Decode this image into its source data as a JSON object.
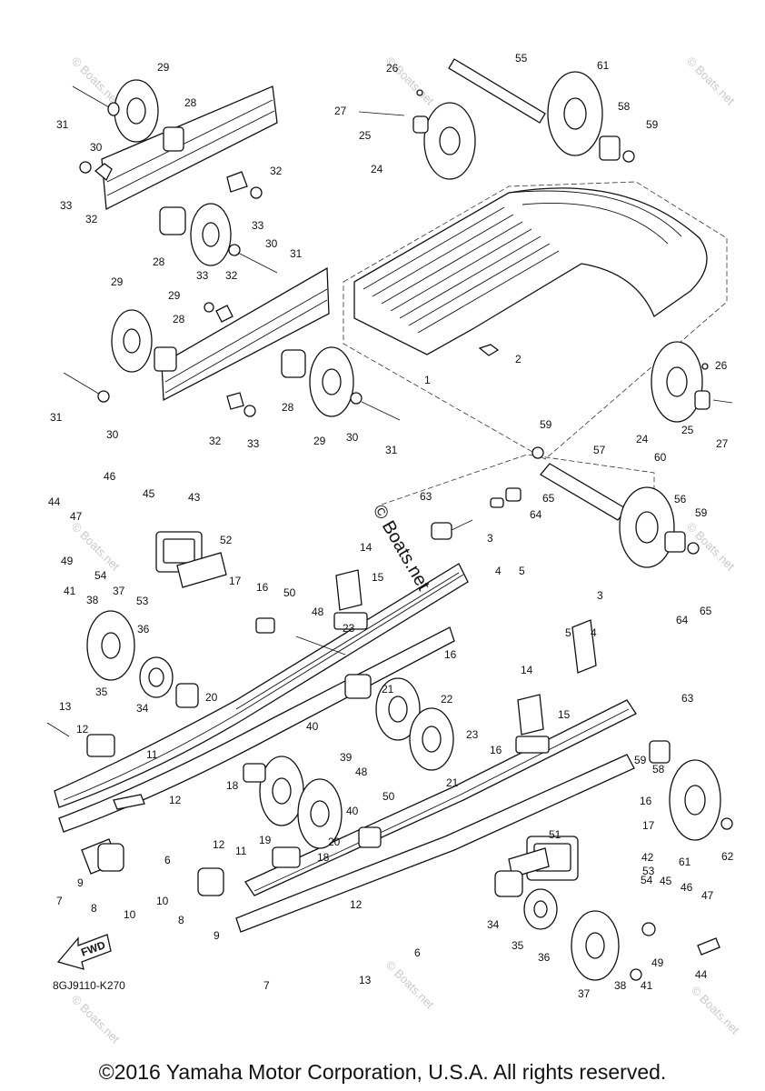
{
  "diagram": {
    "code": "8GJ9110-K270",
    "fwd_label": "FWD",
    "center_watermark": "© Boats.net",
    "corner_watermark": "© Boats.net"
  },
  "footer": {
    "copyright": "©2016 Yamaha Motor Corporation, U.S.A. All rights reserved."
  },
  "part_labels": [
    {
      "id": "l29a",
      "text": "29"
    },
    {
      "id": "l28a",
      "text": "28"
    },
    {
      "id": "l31a",
      "text": "31"
    },
    {
      "id": "l30a",
      "text": "30"
    },
    {
      "id": "l33a",
      "text": "33"
    },
    {
      "id": "l32a",
      "text": "32"
    },
    {
      "id": "l32b",
      "text": "32"
    },
    {
      "id": "l33b",
      "text": "33"
    },
    {
      "id": "l28b",
      "text": "28"
    },
    {
      "id": "l29b",
      "text": "29"
    },
    {
      "id": "l30b",
      "text": "30"
    },
    {
      "id": "l31b",
      "text": "31"
    },
    {
      "id": "l29c",
      "text": "29"
    },
    {
      "id": "l33c",
      "text": "33"
    },
    {
      "id": "l32c",
      "text": "32"
    },
    {
      "id": "l28c",
      "text": "28"
    },
    {
      "id": "l31c",
      "text": "31"
    },
    {
      "id": "l30c",
      "text": "30"
    },
    {
      "id": "l28d",
      "text": "28"
    },
    {
      "id": "l32d",
      "text": "32"
    },
    {
      "id": "l33d",
      "text": "33"
    },
    {
      "id": "l29d",
      "text": "29"
    },
    {
      "id": "l30d",
      "text": "30"
    },
    {
      "id": "l31d",
      "text": "31"
    },
    {
      "id": "l26a",
      "text": "26"
    },
    {
      "id": "l27a",
      "text": "27"
    },
    {
      "id": "l25a",
      "text": "25"
    },
    {
      "id": "l24a",
      "text": "24"
    },
    {
      "id": "l55",
      "text": "55"
    },
    {
      "id": "l61a",
      "text": "61"
    },
    {
      "id": "l58a",
      "text": "58"
    },
    {
      "id": "l59a",
      "text": "59"
    },
    {
      "id": "l2",
      "text": "2"
    },
    {
      "id": "l1",
      "text": "1"
    },
    {
      "id": "l26b",
      "text": "26"
    },
    {
      "id": "l24b",
      "text": "24"
    },
    {
      "id": "l25b",
      "text": "25"
    },
    {
      "id": "l27b",
      "text": "27"
    },
    {
      "id": "l59b",
      "text": "59"
    },
    {
      "id": "l57",
      "text": "57"
    },
    {
      "id": "l60",
      "text": "60"
    },
    {
      "id": "l63a",
      "text": "63"
    },
    {
      "id": "l65a",
      "text": "65"
    },
    {
      "id": "l64a",
      "text": "64"
    },
    {
      "id": "l56",
      "text": "56"
    },
    {
      "id": "l59c",
      "text": "59"
    },
    {
      "id": "l46a",
      "text": "46"
    },
    {
      "id": "l45a",
      "text": "45"
    },
    {
      "id": "l44a",
      "text": "44"
    },
    {
      "id": "l47a",
      "text": "47"
    },
    {
      "id": "l43",
      "text": "43"
    },
    {
      "id": "l49a",
      "text": "49"
    },
    {
      "id": "l52",
      "text": "52"
    },
    {
      "id": "l54a",
      "text": "54"
    },
    {
      "id": "l53a",
      "text": "53"
    },
    {
      "id": "l3a",
      "text": "3"
    },
    {
      "id": "l4a",
      "text": "4"
    },
    {
      "id": "l5a",
      "text": "5"
    },
    {
      "id": "l14a",
      "text": "14"
    },
    {
      "id": "l15a",
      "text": "15"
    },
    {
      "id": "l41a",
      "text": "41"
    },
    {
      "id": "l38a",
      "text": "38"
    },
    {
      "id": "l37a",
      "text": "37"
    },
    {
      "id": "l17a",
      "text": "17"
    },
    {
      "id": "l16a",
      "text": "16"
    },
    {
      "id": "l50a",
      "text": "50"
    },
    {
      "id": "l48a",
      "text": "48"
    },
    {
      "id": "l36a",
      "text": "36"
    },
    {
      "id": "l23a",
      "text": "23"
    },
    {
      "id": "l3b",
      "text": "3"
    },
    {
      "id": "l65b",
      "text": "65"
    },
    {
      "id": "l5b",
      "text": "5"
    },
    {
      "id": "l4b",
      "text": "4"
    },
    {
      "id": "l64b",
      "text": "64"
    },
    {
      "id": "l16b",
      "text": "16"
    },
    {
      "id": "l35a",
      "text": "35"
    },
    {
      "id": "l34a",
      "text": "34"
    },
    {
      "id": "l21a",
      "text": "21"
    },
    {
      "id": "l63b",
      "text": "63"
    },
    {
      "id": "l20a",
      "text": "20"
    },
    {
      "id": "l22",
      "text": "22"
    },
    {
      "id": "l14b",
      "text": "14"
    },
    {
      "id": "l13a",
      "text": "13"
    },
    {
      "id": "l40a",
      "text": "40"
    },
    {
      "id": "l23b",
      "text": "23"
    },
    {
      "id": "l15b",
      "text": "15"
    },
    {
      "id": "l12a",
      "text": "12"
    },
    {
      "id": "l11a",
      "text": "11"
    },
    {
      "id": "l16c",
      "text": "16"
    },
    {
      "id": "l59d",
      "text": "59"
    },
    {
      "id": "l39",
      "text": "39"
    },
    {
      "id": "l58b",
      "text": "58"
    },
    {
      "id": "l18a",
      "text": "18"
    },
    {
      "id": "l48b",
      "text": "48"
    },
    {
      "id": "l21b",
      "text": "21"
    },
    {
      "id": "l12b",
      "text": "12"
    },
    {
      "id": "l50b",
      "text": "50"
    },
    {
      "id": "l16d",
      "text": "16"
    },
    {
      "id": "l40b",
      "text": "40"
    },
    {
      "id": "l19",
      "text": "19"
    },
    {
      "id": "l20b",
      "text": "20"
    },
    {
      "id": "l17b",
      "text": "17"
    },
    {
      "id": "l6a",
      "text": "6"
    },
    {
      "id": "l18b",
      "text": "18"
    },
    {
      "id": "l51",
      "text": "51"
    },
    {
      "id": "l61b",
      "text": "61"
    },
    {
      "id": "l62",
      "text": "62"
    },
    {
      "id": "l12c",
      "text": "12"
    },
    {
      "id": "l11b",
      "text": "11"
    },
    {
      "id": "l42",
      "text": "42"
    },
    {
      "id": "l9a",
      "text": "9"
    },
    {
      "id": "l7a",
      "text": "7"
    },
    {
      "id": "l8a",
      "text": "8"
    },
    {
      "id": "l10a",
      "text": "10"
    },
    {
      "id": "l10b",
      "text": "10"
    },
    {
      "id": "l53b",
      "text": "53"
    },
    {
      "id": "l54b",
      "text": "54"
    },
    {
      "id": "l45b",
      "text": "45"
    },
    {
      "id": "l46b",
      "text": "46"
    },
    {
      "id": "l47b",
      "text": "47"
    },
    {
      "id": "l12d",
      "text": "12"
    },
    {
      "id": "l8b",
      "text": "8"
    },
    {
      "id": "l34b",
      "text": "34"
    },
    {
      "id": "l35b",
      "text": "35"
    },
    {
      "id": "l36b",
      "text": "36"
    },
    {
      "id": "l9b",
      "text": "9"
    },
    {
      "id": "l6b",
      "text": "6"
    },
    {
      "id": "l49b",
      "text": "49"
    },
    {
      "id": "l44b",
      "text": "44"
    },
    {
      "id": "l13b",
      "text": "13"
    },
    {
      "id": "l37b",
      "text": "37"
    },
    {
      "id": "l38b",
      "text": "38"
    },
    {
      "id": "l41b",
      "text": "41"
    },
    {
      "id": "l7b",
      "text": "7"
    }
  ]
}
